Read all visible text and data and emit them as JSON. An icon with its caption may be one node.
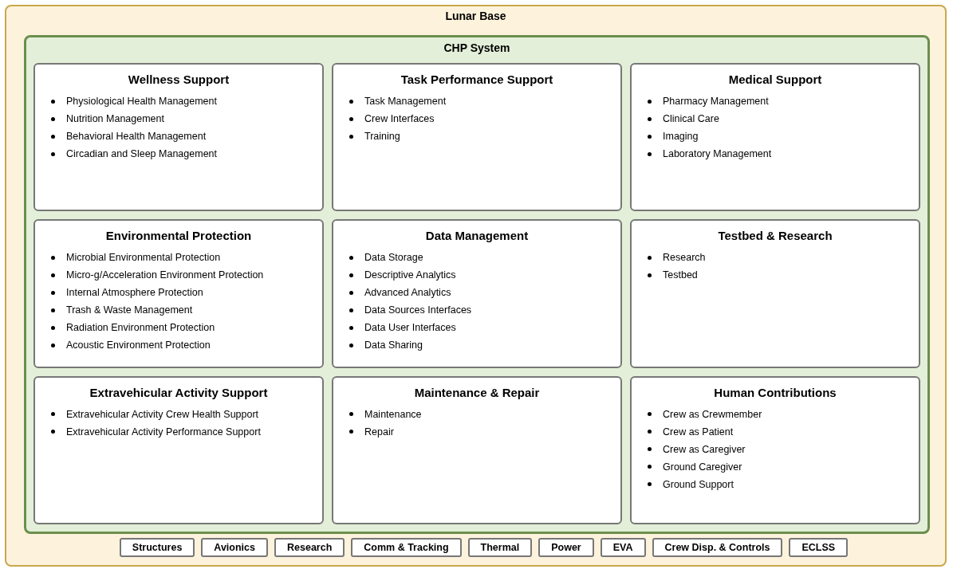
{
  "diagram": {
    "nodes": [
      {
        "text": [
          "Lunar Base"
        ]
      },
      {
        "text": [
          "CHP System"
        ],
        "in": 0
      },
      {
        "text": [
          "Wellness Support",
          "Physiological Health Management",
          "Nutrition Management",
          "Behavioral Health Management",
          "Circadian and Sleep Management"
        ],
        "in": 1
      },
      {
        "text": [
          "Task Performance Support",
          "Task Management",
          "Crew Interfaces",
          "Training"
        ],
        "in": 1
      },
      {
        "text": [
          "Medical Support",
          "Pharmacy Management",
          "Clinical Care",
          "Imaging",
          "Laboratory Management"
        ],
        "in": 1
      },
      {
        "text": [
          "Environmental Protection",
          "Microbial Environmental Protection",
          "Micro-g/Acceleration Environment Protection",
          "Internal Atmosphere Protection",
          "Trash & Waste Management",
          "Radiation Environment Protection",
          "Acoustic Environment Protection"
        ],
        "in": 1
      },
      {
        "text": [
          "Data Management",
          "Data Storage",
          "Descriptive Analytics",
          "Advanced Analytics",
          "Data Sources  Interfaces",
          "Data User Interfaces",
          "Data Sharing"
        ],
        "in": 1
      },
      {
        "text": [
          "Testbed & Research",
          "Research",
          "Testbed"
        ],
        "in": 1
      },
      {
        "text": [
          "Extravehicular Activity Support",
          "Extravehicular Activity Crew Health Support",
          "Extravehicular Activity Performance Support"
        ],
        "in": 1
      },
      {
        "text": [
          "Maintenance & Repair",
          "Maintenance",
          "Repair"
        ],
        "in": 1
      },
      {
        "text": [
          "Human Contributions",
          "Crew as Crewmember",
          "Crew as Patient",
          "Crew as Caregiver",
          "Ground Caregiver",
          "Ground Support"
        ],
        "in": 1
      },
      {
        "text": [
          "Structures"
        ],
        "in": 0
      },
      {
        "text": [
          "Avionics"
        ],
        "in": 0
      },
      {
        "text": [
          "Research"
        ],
        "in": 0
      },
      {
        "text": [
          "Comm & Tracking"
        ],
        "in": 0
      },
      {
        "text": [
          "Thermal"
        ],
        "in": 0
      },
      {
        "text": [
          "Power"
        ],
        "in": 0
      },
      {
        "text": [
          "EVA"
        ],
        "in": 0
      },
      {
        "text": [
          "Crew Disp. & Controls"
        ],
        "in": 0
      },
      {
        "text": [
          "ECLSS"
        ],
        "in": 0
      }
    ],
    "edges": []
  }
}
